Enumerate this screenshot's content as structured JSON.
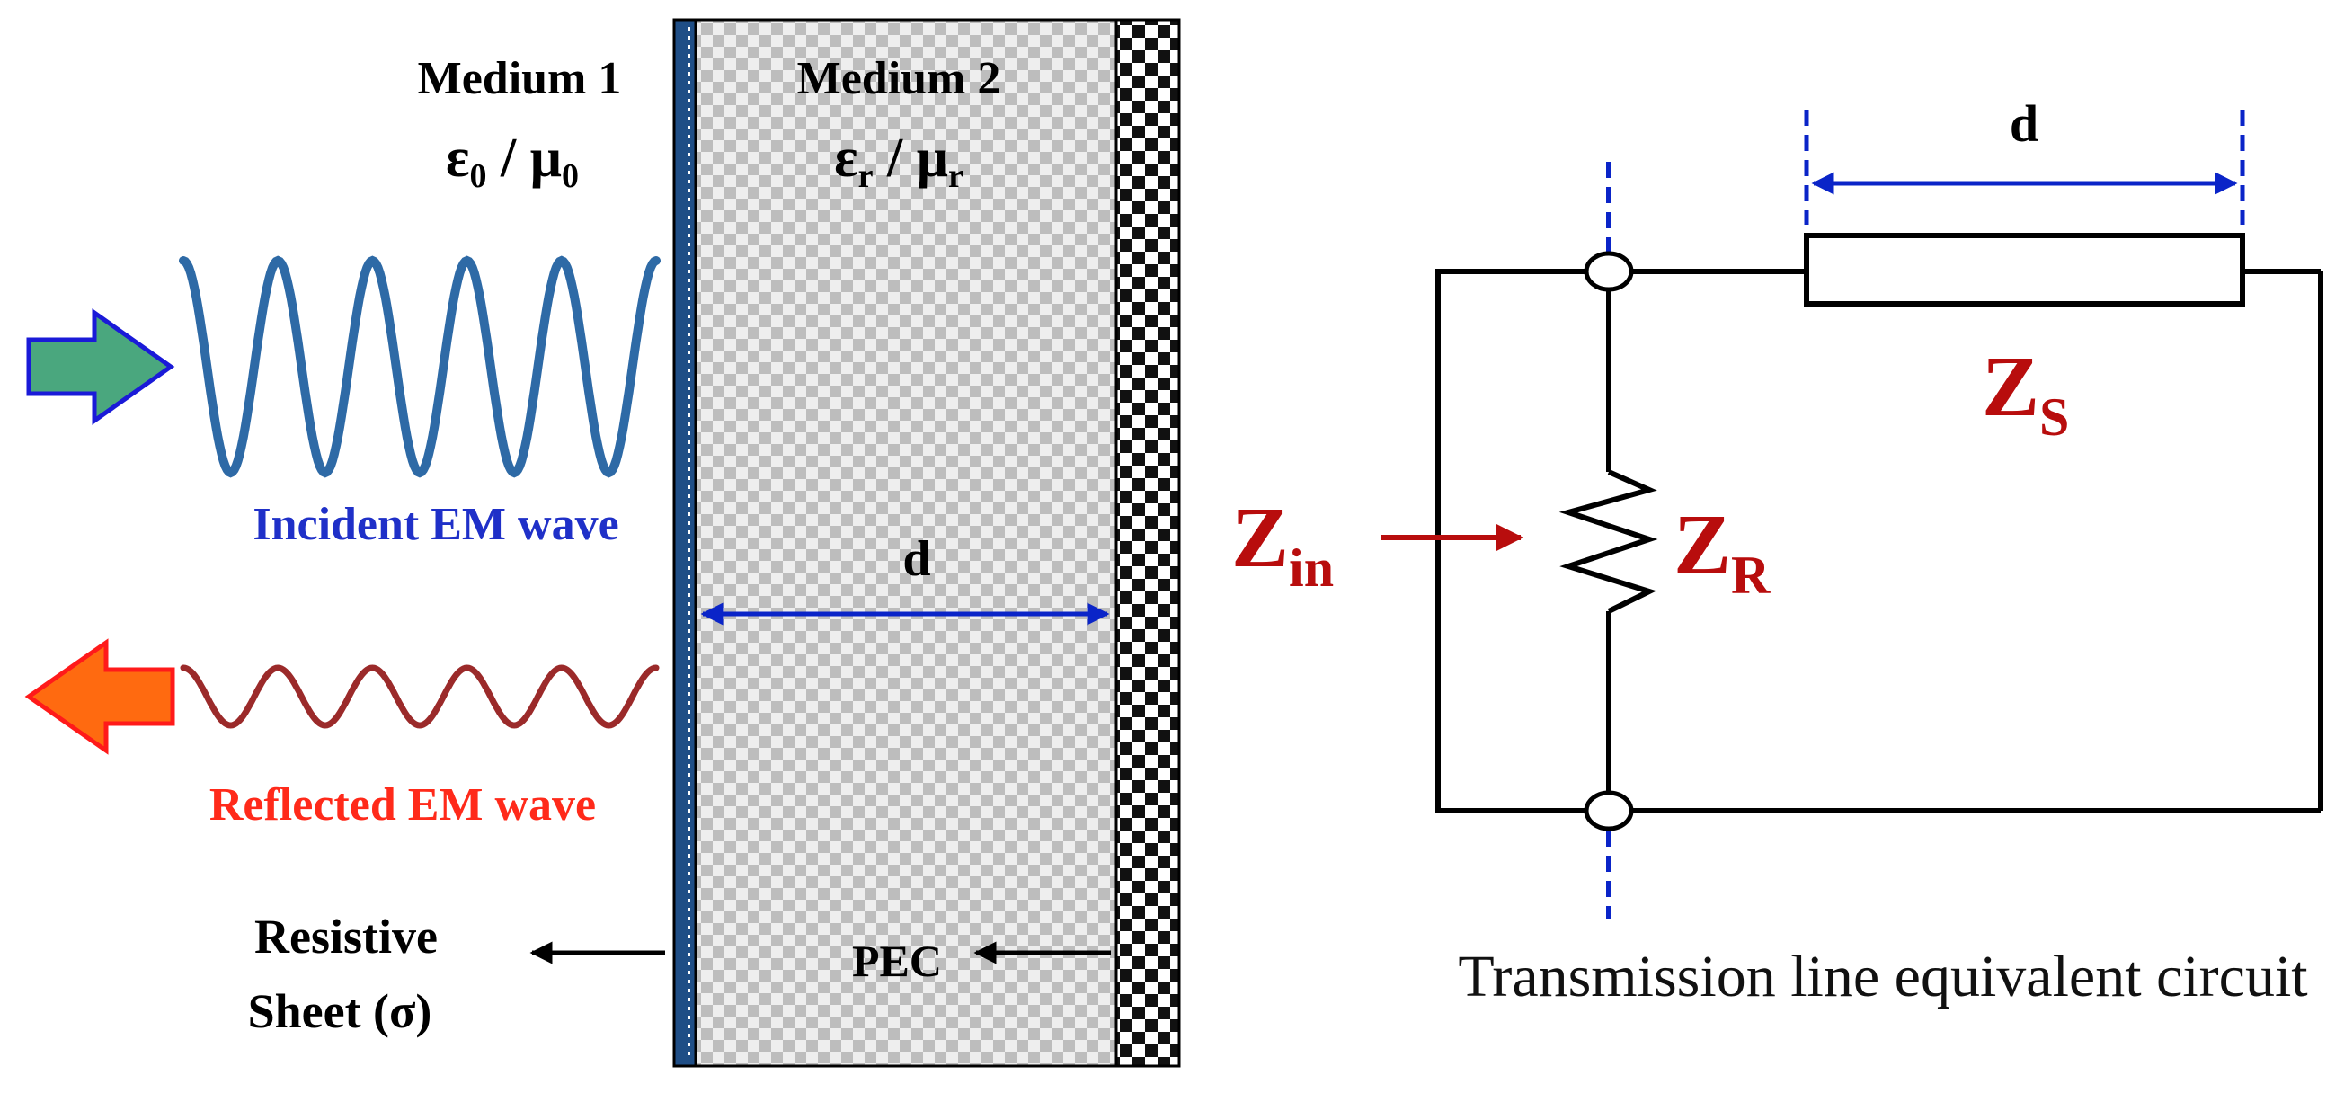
{
  "medium1": {
    "title": "Medium 1",
    "eps": "ε",
    "eps_sub": "0",
    "slash": " / ",
    "mu": "μ",
    "mu_sub": "0"
  },
  "medium2": {
    "title": "Medium 2",
    "eps": "ε",
    "eps_sub": "r",
    "slash": " / ",
    "mu": "μ",
    "mu_sub": "r"
  },
  "incident_label": "Incident EM wave",
  "reflected_label": "Reflected EM wave",
  "resistive_label_line1": "Resistive",
  "resistive_label_line2": "Sheet (σ)",
  "pec_label": "PEC",
  "thickness_label": "d",
  "circuit": {
    "zs_main": "Z",
    "zs_sub": "S",
    "zr_main": "Z",
    "zr_sub": "R",
    "zin_main": "Z",
    "zin_sub": "in",
    "d_label": "d",
    "caption": "Transmission line equivalent circuit"
  },
  "colors": {
    "incident_wave": "#2e6aa6",
    "reflected_wave": "#9b2a2a",
    "incident_text": "#1f30c8",
    "reflected_text": "#ff2a1a",
    "impedance_text": "#b80d0d",
    "dimension_blue": "#0a24c8",
    "incident_arrow_fill": "#4aa77e",
    "incident_arrow_stroke": "#1a1ad8",
    "reflected_arrow_fill": "#ff6a10",
    "reflected_arrow_stroke": "#ff1a1a",
    "resistive_sheet": "#1f4e86"
  }
}
